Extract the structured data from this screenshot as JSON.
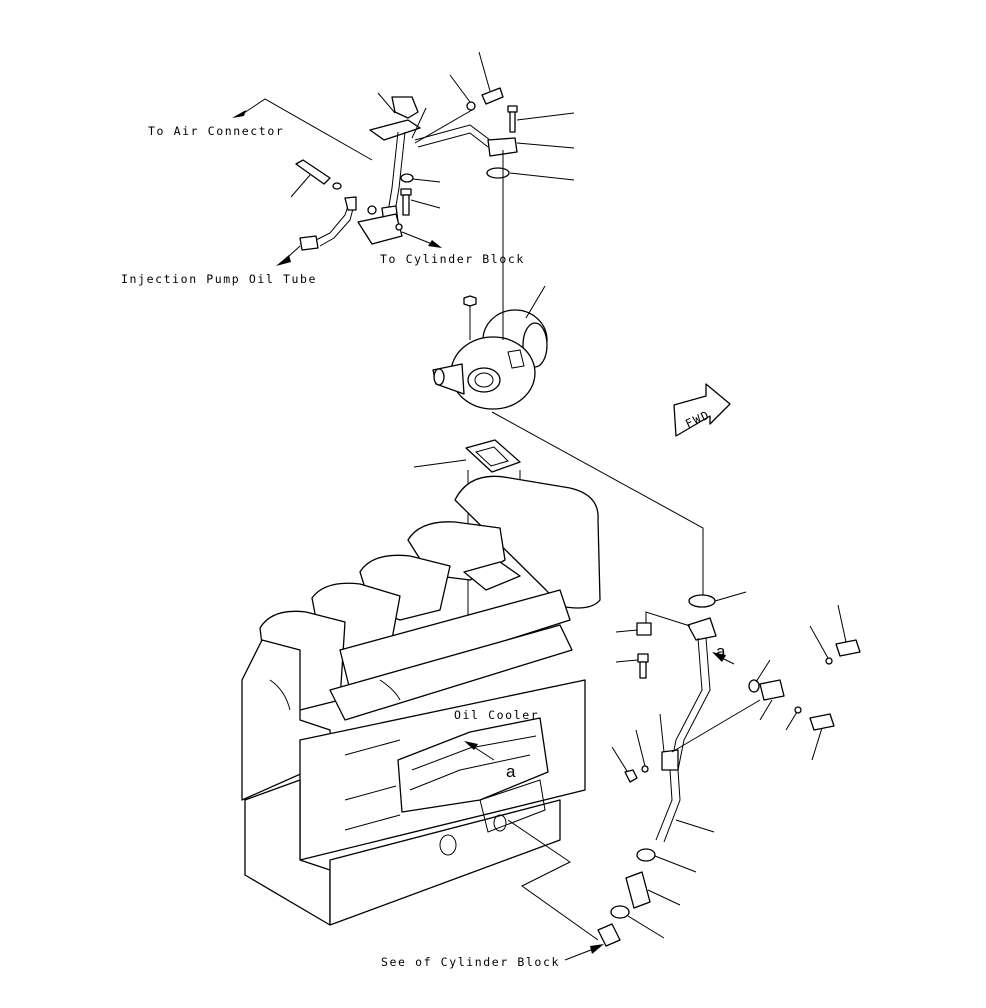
{
  "labels": {
    "to_air_connector": "To Air Connector",
    "to_cylinder_block": "To Cylinder Block",
    "injection_pump_oil_tube": "Injection Pump Oil Tube",
    "oil_cooler": "Oil Cooler",
    "see_of_cylinder_block": "See of Cylinder Block",
    "fwd": "FWD",
    "ref_a_1": "a",
    "ref_a_2": "a"
  }
}
